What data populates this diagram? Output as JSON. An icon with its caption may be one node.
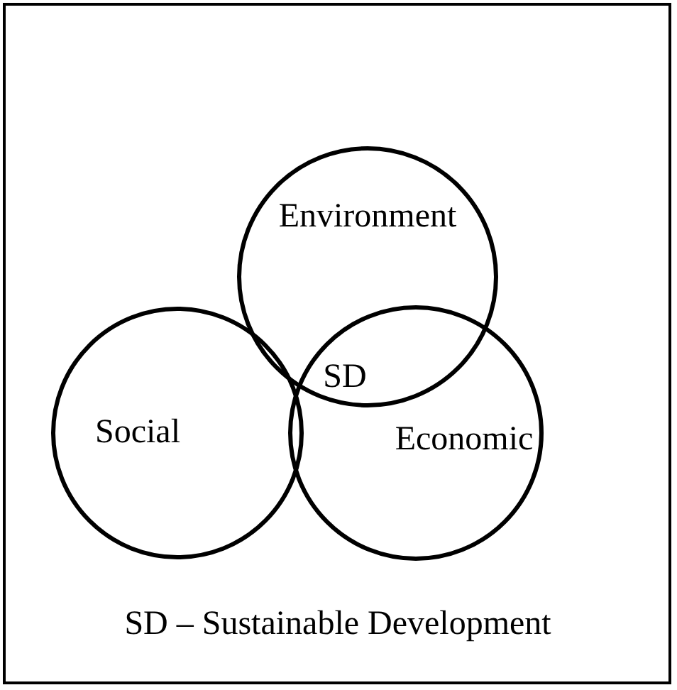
{
  "diagram": {
    "caption": "SD – Sustainable Development",
    "nodes": [
      {
        "text": [
          "Environment"
        ]
      },
      {
        "text": [
          "Social"
        ]
      },
      {
        "text": [
          "Economic"
        ]
      }
    ],
    "labels": [
      "SD"
    ]
  }
}
